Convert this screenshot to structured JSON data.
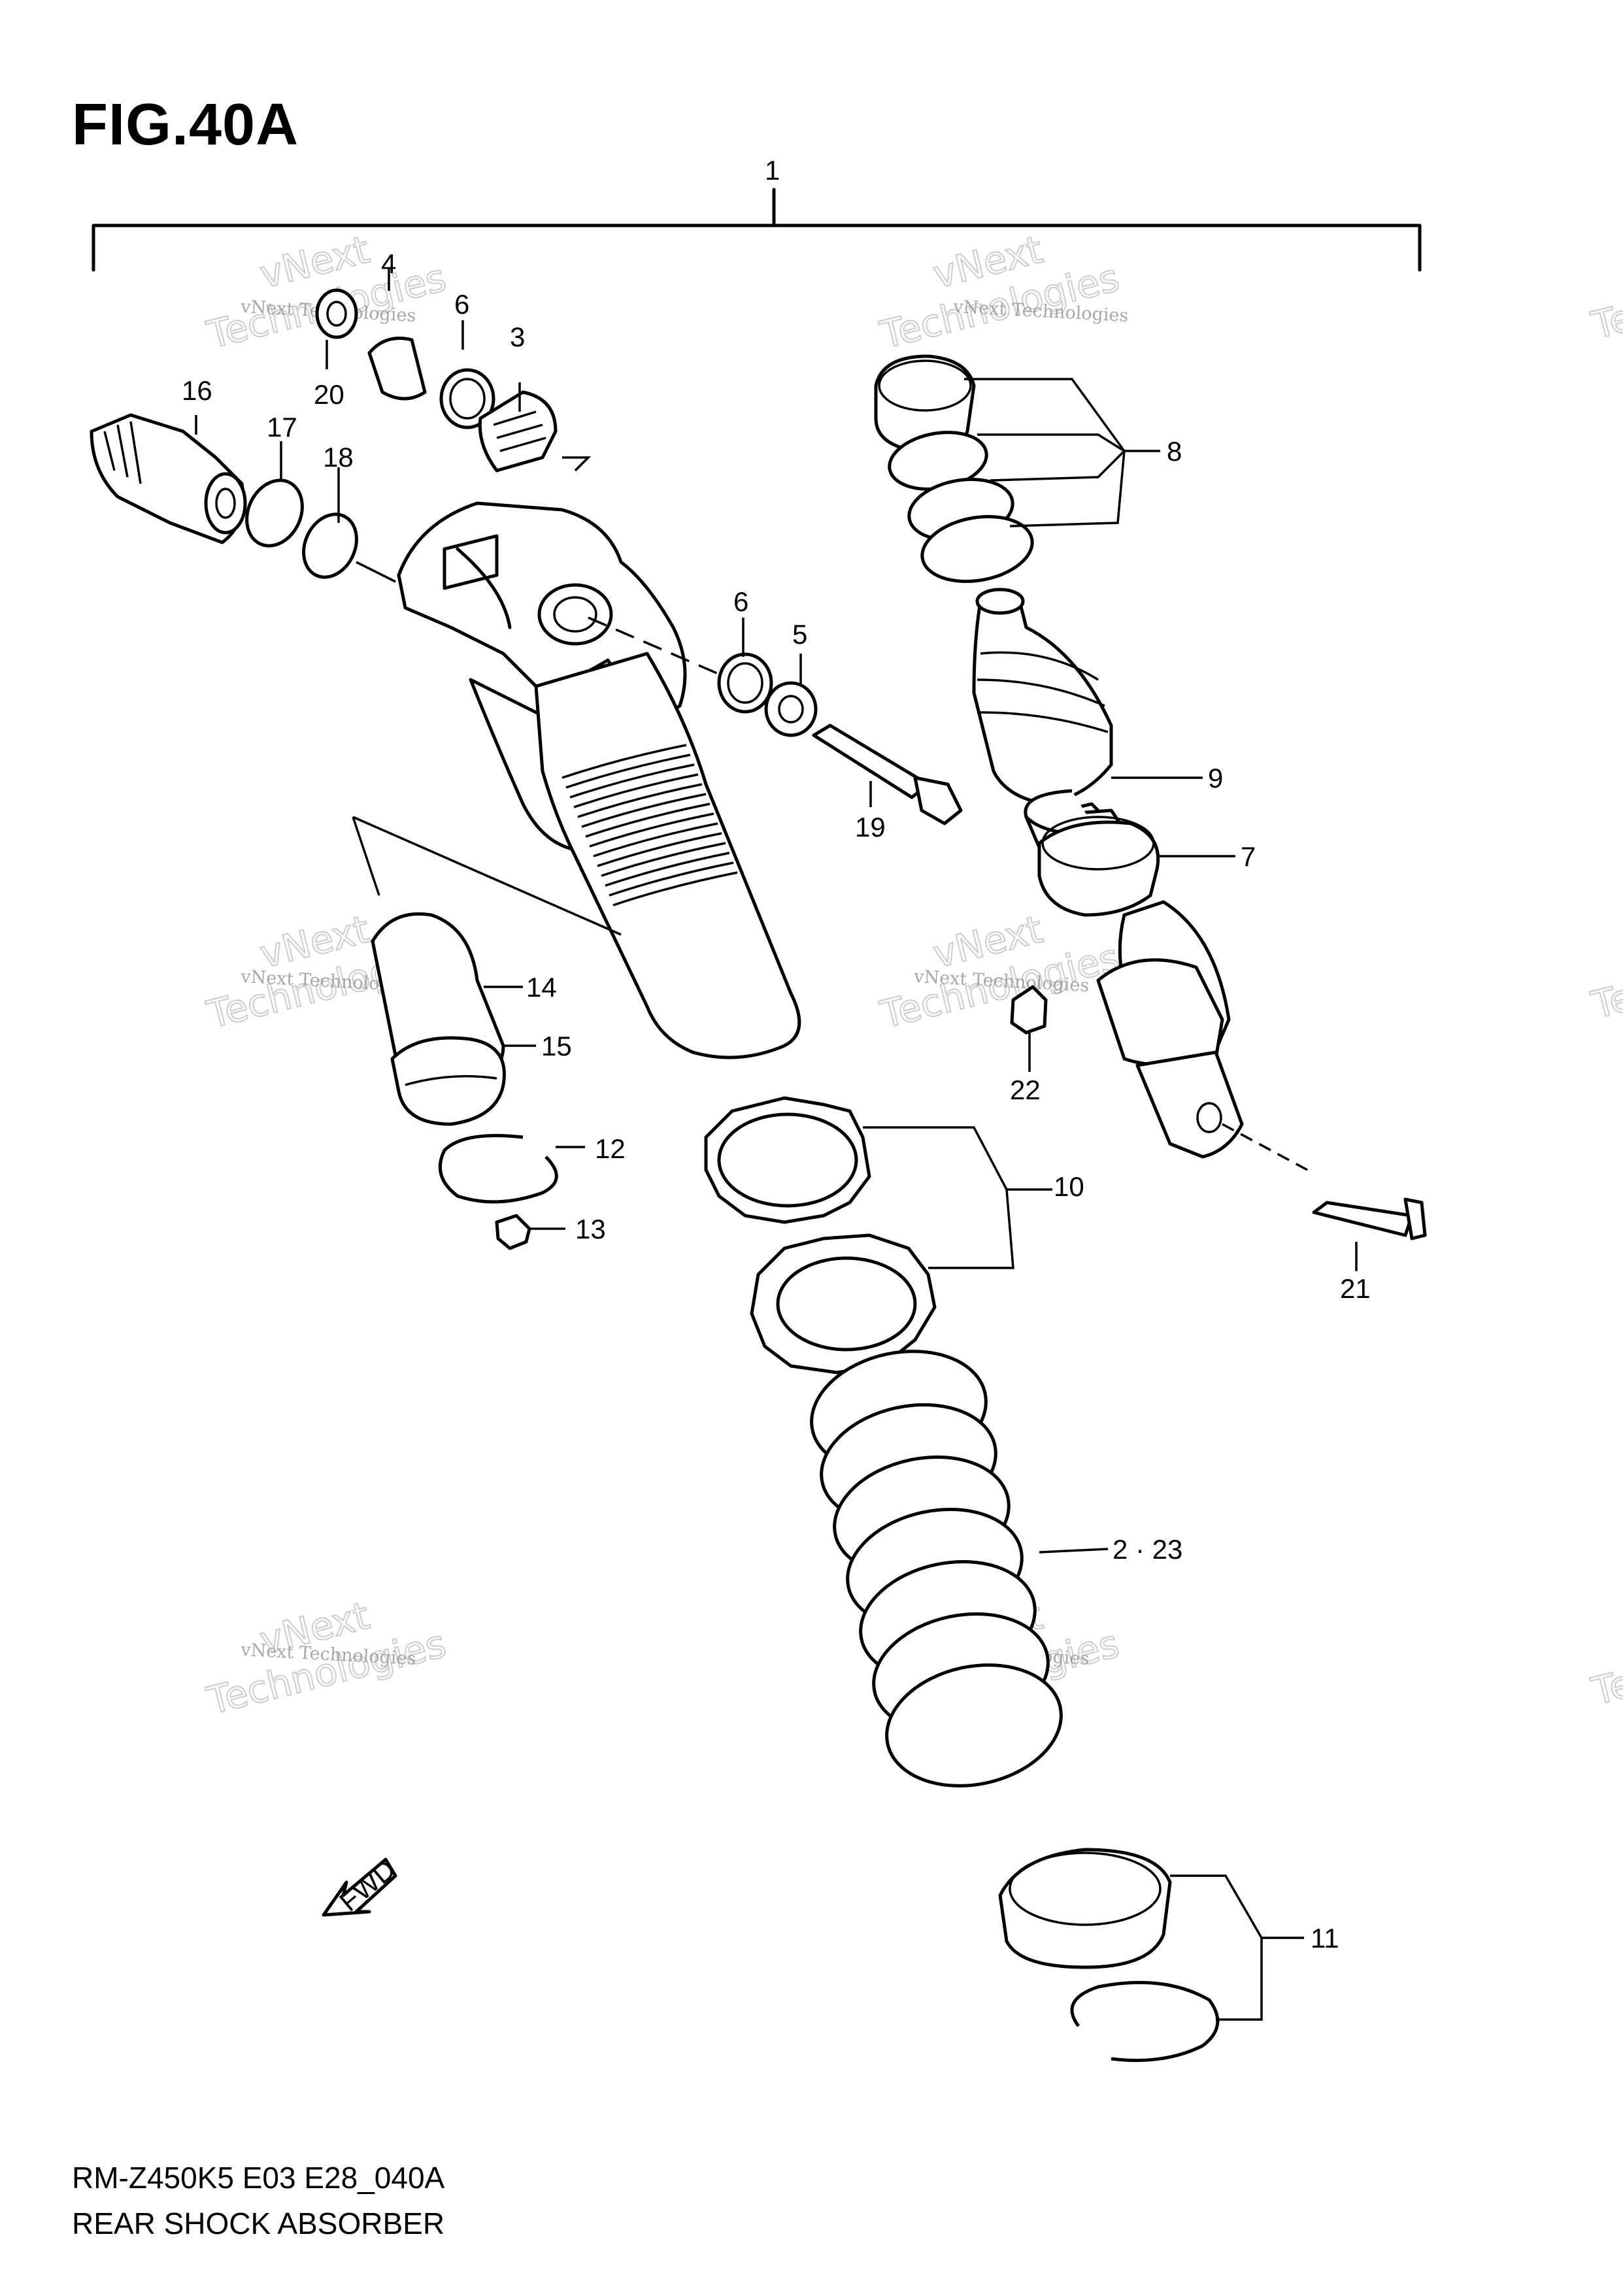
{
  "figure": {
    "title": "FIG.40A",
    "code": "RM-Z450K5 E03 E28_040A",
    "caption": "REAR SHOCK ABSORBER"
  },
  "callouts": {
    "c1": "1",
    "c2_23": "2 · 23",
    "c3": "3",
    "c4": "4",
    "c5": "5",
    "c6a": "6",
    "c6b": "6",
    "c7": "7",
    "c8": "8",
    "c9": "9",
    "c10": "10",
    "c11": "11",
    "c12": "12",
    "c13": "13",
    "c14": "14",
    "c15": "15",
    "c16": "16",
    "c17": "17",
    "c18": "18",
    "c19": "19",
    "c20": "20",
    "c21": "21",
    "c22": "22"
  },
  "fwd_label": "FWD",
  "watermark": {
    "line": "vNext Technologies",
    "big1": "vNext",
    "big2": "Technologies"
  }
}
